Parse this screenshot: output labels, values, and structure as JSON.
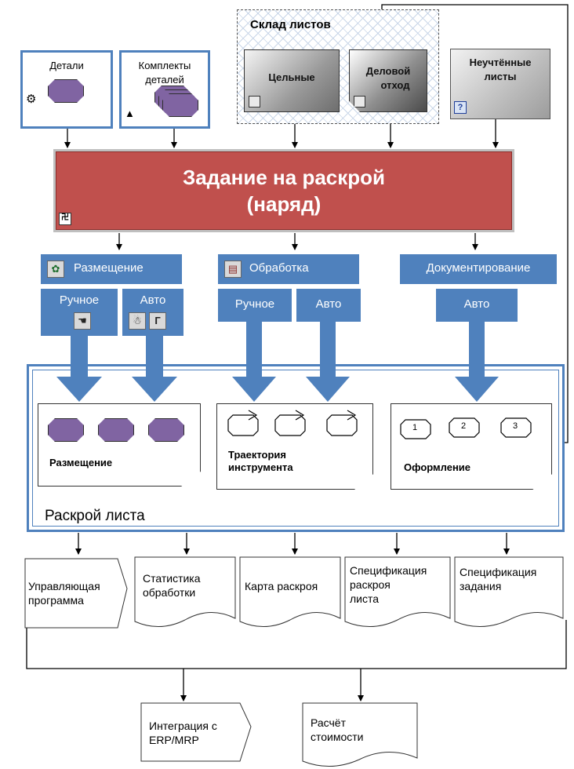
{
  "sources": {
    "parts": "Детали",
    "kits_line1": "Комплекты",
    "kits_line2": "деталей",
    "warehouse_title": "Склад листов",
    "whole_sheets": "Цельные",
    "scrap_line1": "Деловой",
    "scrap_line2": "отход",
    "unaccounted_line1": "Неучтённые",
    "unaccounted_line2": "листы",
    "unaccounted_icon": "?"
  },
  "task": {
    "line1": "Задание на раскрой",
    "line2": "(наряд)"
  },
  "modes": {
    "placement": "Размещение",
    "processing": "Обработка",
    "documenting": "Документирование",
    "manual": "Ручное",
    "auto": "Авто",
    "auto_icon_g": "Г"
  },
  "sheet_cutting": {
    "frame_title": "Раскрой листа",
    "card_placement": "Размещение",
    "card_trajectory_line1": "Траектория",
    "card_trajectory_line2": "инструмента",
    "card_layout": "Оформление",
    "labels": [
      "1",
      "2",
      "3"
    ]
  },
  "outputs": {
    "control_program_line1": "Управляющая",
    "control_program_line2": "программа",
    "stats_line1": "Статистика",
    "stats_line2": "обработки",
    "cut_map": "Карта раскроя",
    "sheet_spec_line1": "Спецификация",
    "sheet_spec_line2": "раскроя",
    "sheet_spec_line3": "листа",
    "task_spec_line1": "Спецификация",
    "task_spec_line2": "задания",
    "erp_line1": "Интеграция с",
    "erp_line2": "ERP/MRP",
    "cost_line1": "Расчёт",
    "cost_line2": "стоимости"
  },
  "colors": {
    "accent_blue": "#4f81bd",
    "task_red": "#c0504d",
    "purple": "#8064a2"
  }
}
